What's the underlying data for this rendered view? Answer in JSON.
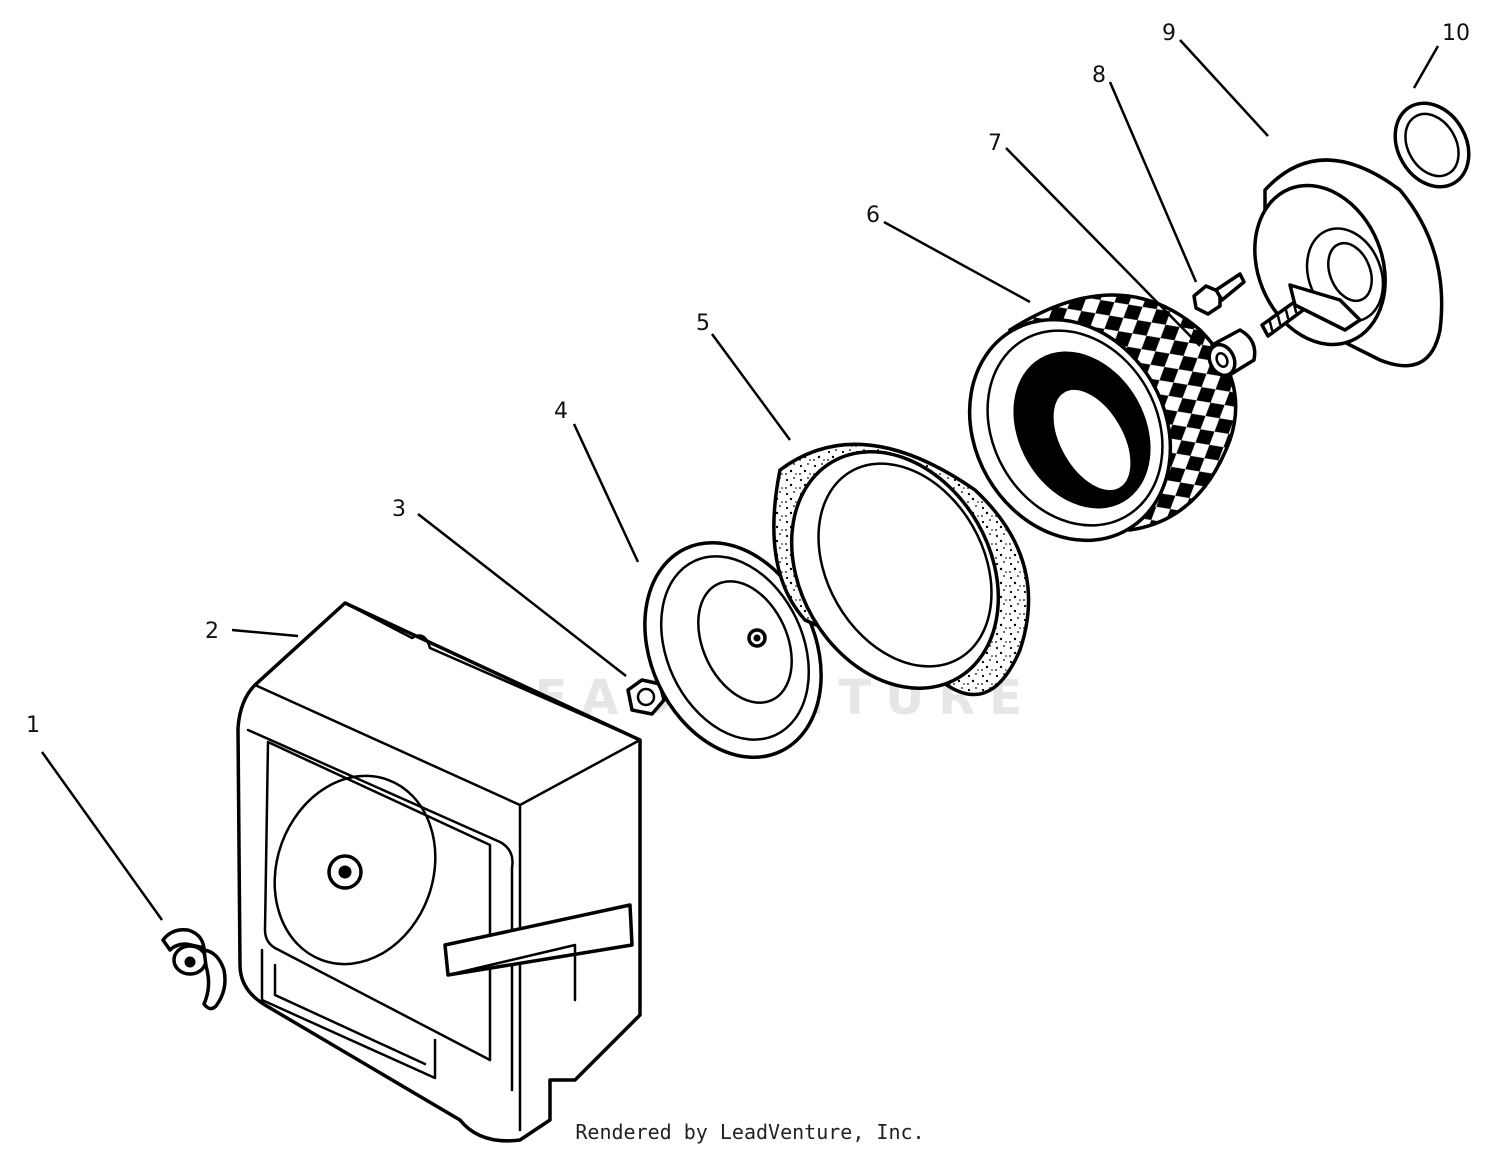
{
  "watermark": "LEADVENTURE",
  "footer": "Rendered by LeadVenture, Inc.",
  "callouts": [
    {
      "id": 1,
      "label": "1"
    },
    {
      "id": 2,
      "label": "2"
    },
    {
      "id": 3,
      "label": "3"
    },
    {
      "id": 4,
      "label": "4"
    },
    {
      "id": 5,
      "label": "5"
    },
    {
      "id": 6,
      "label": "6"
    },
    {
      "id": 7,
      "label": "7"
    },
    {
      "id": 8,
      "label": "8"
    },
    {
      "id": 9,
      "label": "9"
    },
    {
      "id": 10,
      "label": "10"
    }
  ]
}
